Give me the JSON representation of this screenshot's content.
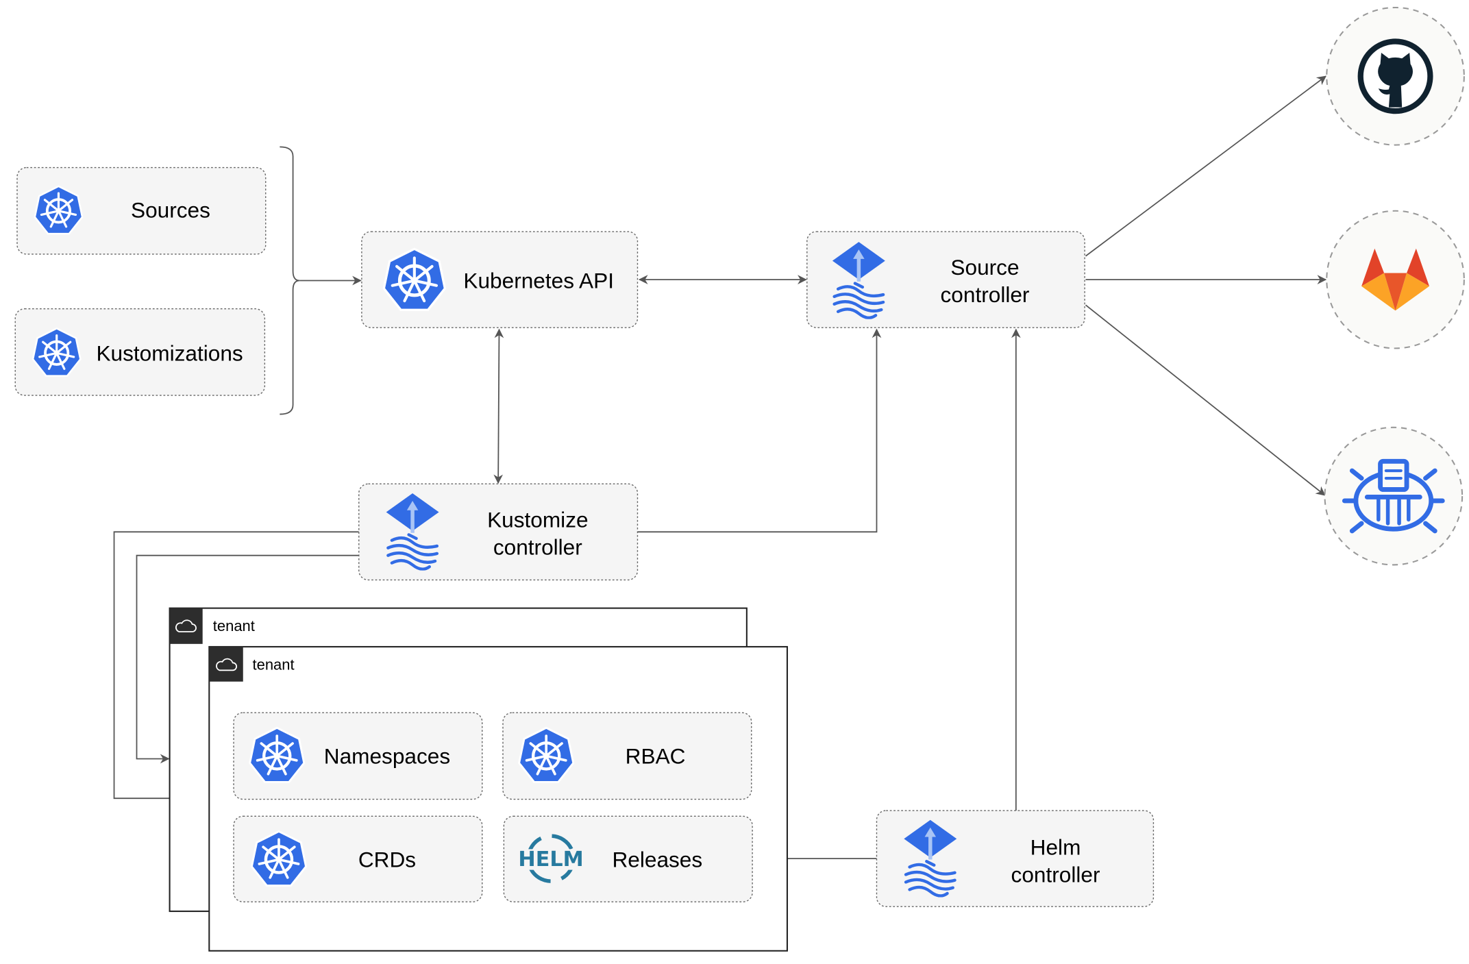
{
  "nodes": {
    "sources": "Sources",
    "kustomizations": "Kustomizations",
    "kubernetes_api": "Kubernetes API",
    "source_controller": [
      "Source",
      "controller"
    ],
    "kustomize_controller": [
      "Kustomize",
      "controller"
    ],
    "helm_controller": [
      "Helm",
      "controller"
    ],
    "namespaces": "Namespaces",
    "rbac": "RBAC",
    "crds": "CRDs",
    "releases": "Releases"
  },
  "tenants": [
    "tenant",
    "tenant"
  ],
  "helm_logo_text": "HELM",
  "external_sources": [
    "github-icon",
    "gitlab-icon",
    "bucket-icon"
  ],
  "colors": {
    "k8s_blue": "#326ce5",
    "gitlab_orange": "#e8562a",
    "gitlab_yellow": "#fca326",
    "github_dark": "#10222f",
    "helm_blue": "#277a9f"
  }
}
